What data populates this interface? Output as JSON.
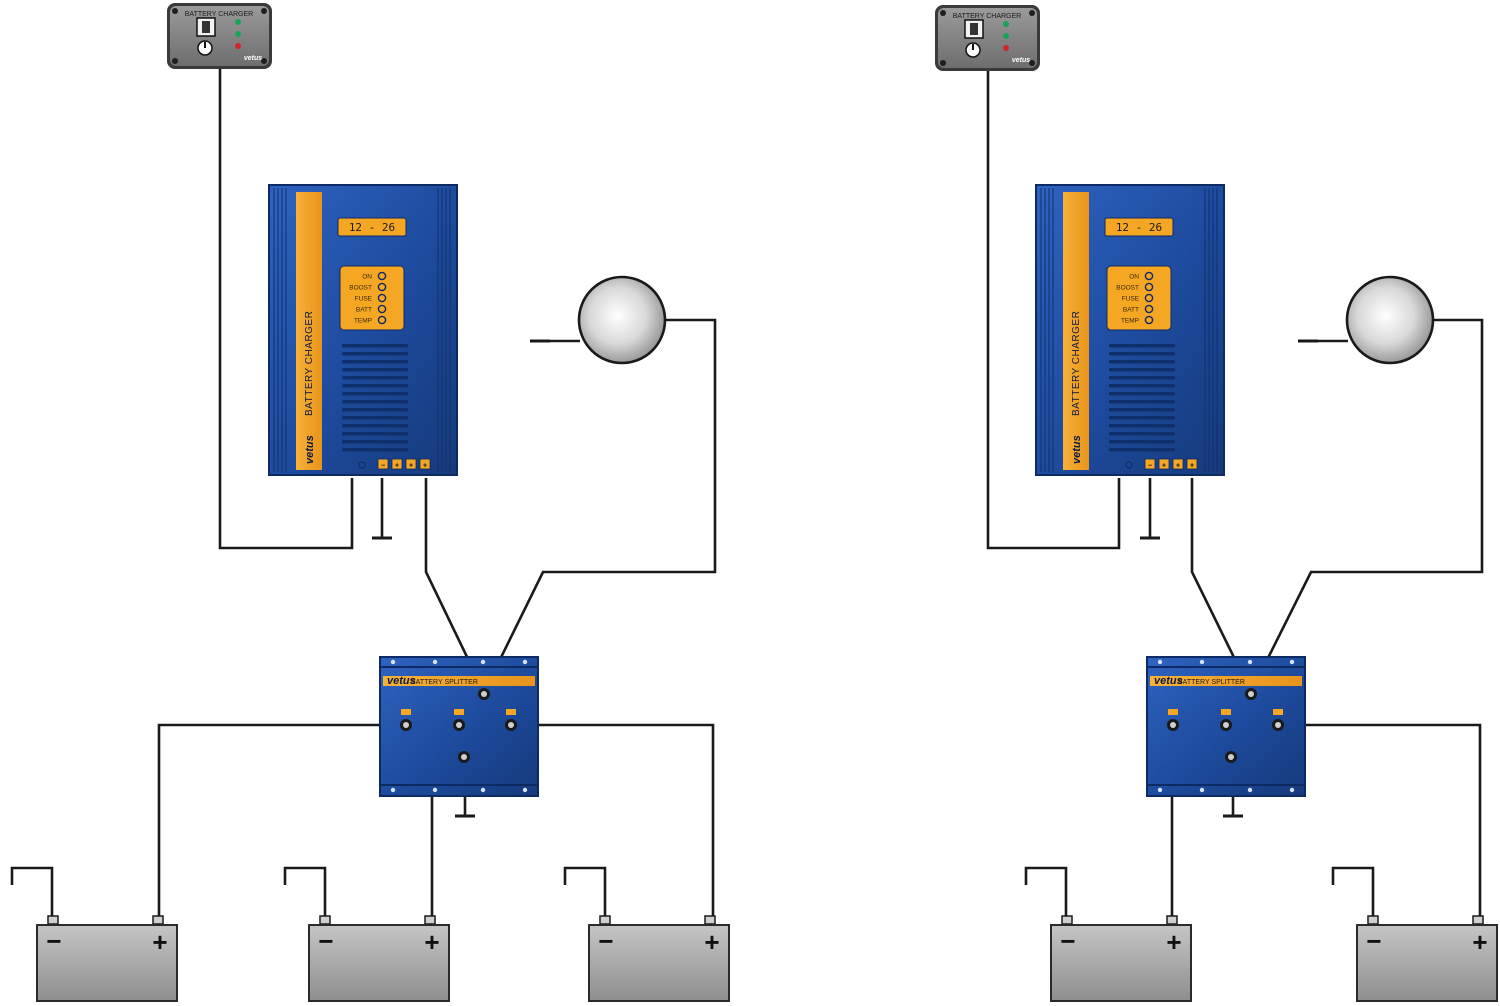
{
  "brand": "vetus",
  "remote_panel": {
    "title": "BATTERY CHARGER",
    "brand": "vetus"
  },
  "charger": {
    "label": "BATTERY CHARGER",
    "display": "12 - 26",
    "leds": [
      "ON",
      "BOOST",
      "FUSE",
      "BATT",
      "TEMP"
    ],
    "terminal_signs": [
      "−",
      "+",
      "+",
      "+"
    ]
  },
  "splitter": {
    "label": "BATTERY SPLITTER",
    "brand": "vetus"
  },
  "battery": {
    "minus": "−",
    "plus": "+"
  },
  "colors": {
    "charger_blue": "#1f4fa0",
    "accent_orange": "#f5a623",
    "panel_gray": "#8a8a8a",
    "battery_gray": "#a9a9a9",
    "wire": "#1a1a1a"
  },
  "diagrams": [
    {
      "name": "left",
      "battery_count": 3
    },
    {
      "name": "right",
      "battery_count": 2
    }
  ]
}
